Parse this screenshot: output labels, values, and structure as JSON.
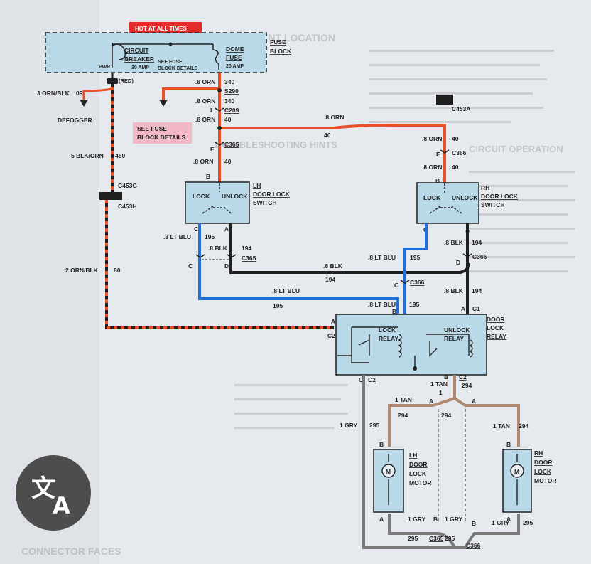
{
  "colors": {
    "orange": "#e8502c",
    "black": "#1f1f1f",
    "blue": "#1f6fd6",
    "tan": "#b08a70",
    "gray": "#7a7a7a",
    "box": "#b9d9e8",
    "red_tag": "#e52a2a",
    "pink": "#f2b8c8"
  },
  "header": {
    "hot": "HOT AT ALL TIMES"
  },
  "fuse_block": {
    "title1": "FUSE",
    "title2": "BLOCK",
    "cb1": "CIRCUIT",
    "cb2": "BREAKER",
    "cb_amp": "30 AMP",
    "pwr": "PWR",
    "see1": "SEE FUSE",
    "see2": "BLOCK DETAILS",
    "dome1": "DOME",
    "dome2": "FUSE",
    "dome_amp": "20 AMP"
  },
  "defogger": {
    "wire": "3 ORN/BLK",
    "circuit": "09",
    "label": "DEFOGGER",
    "red": "(RED)"
  },
  "fuse_details": {
    "l1": "SEE FUSE",
    "l2": "BLOCK DETAILS"
  },
  "wires": {
    "orn1": ".8 ORN",
    "c340a": "340",
    "s290": "S290",
    "orn2": ".8 ORN",
    "c340b": "340",
    "l": "L",
    "c209": "C209",
    "orn3": ".8 ORN",
    "c40a": "40",
    "orn_top": ".8 ORN",
    "c40_top": "40",
    "e_left": "E",
    "c365a": "C365",
    "orn4": ".8 ORN",
    "c40b": "40",
    "b_left": "B",
    "blk_orn": "5 BLK/ORN",
    "c460": "460",
    "c453a": "C453A",
    "orn_r1": ".8 ORN",
    "c40_r1": "40",
    "e_right": "E",
    "c366a": "C366",
    "orn_r2": ".8 ORN",
    "c40_r2": "40",
    "b_right": "B",
    "c453g": "C453G",
    "c453h": "C453H",
    "orn_blk2": "2 ORN/BLK",
    "c60": "60"
  },
  "lh_switch": {
    "lock": "LOCK",
    "unlock": "UNLOCK",
    "t1": "LH",
    "t2": "DOOR LOCK",
    "t3": "SWITCH",
    "c": "C",
    "a": "A"
  },
  "rh_switch": {
    "lock": "LOCK",
    "unlock": "UNLOCK",
    "t1": "RH",
    "t2": "DOOR LOCK",
    "t3": "SWITCH",
    "c": "C",
    "a": "A"
  },
  "mid_wires": {
    "lb_left": ".8 LT BLU",
    "c195a": "195",
    "blk_left": ".8 BLK",
    "c194a": "194",
    "c365b": "C365",
    "c_left": "C",
    "d_left": "D",
    "blk_mid": ".8 BLK",
    "c194_mid": "194",
    "lb_r": ".8 LT BLU",
    "c195_r": "195",
    "blk_r": ".8 BLK",
    "c194_r": "194",
    "c366b": "C366",
    "d_right": "D",
    "lb_mid": ".8 LT BLU",
    "c195_mid": "195",
    "c_mid": "C",
    "c366c": "C366",
    "lb_bot": ".8 LT BLU",
    "c195_bot": "195",
    "lb_relay": ".8 LT BLU",
    "c195_relay": "195",
    "b_relay": "B",
    "blk_relay": ".8 BLK",
    "c194_relay": "194",
    "a_relay": "A",
    "c1": "C1"
  },
  "relay": {
    "lock1": "LOCK",
    "lock2": "RELAY",
    "unl1": "UNLOCK",
    "unl2": "RELAY",
    "t1": "DOOR",
    "t2": "LOCK",
    "t3": "RELAY",
    "a": "A",
    "c2_left": "C2",
    "c2_bot": "C2",
    "c_bot": "C",
    "b_bot": "B",
    "c2_r": "C2",
    "c294": "294"
  },
  "bottom": {
    "tan1": "1 TAN",
    "c294a": "294",
    "tan_mid": "1 TAN",
    "c1mid": "1",
    "a_l": "A",
    "a_r": "A",
    "c294_mid": "294",
    "gry_left": "1 GRY",
    "c295a": "295",
    "tan_r": "1 TAN",
    "c294_r": "294",
    "lh1": "LH",
    "lh2": "DOOR",
    "lh3": "LOCK",
    "lh4": "MOTOR",
    "rh1": "RH",
    "rh2": "DOOR",
    "rh3": "LOCK",
    "rh4": "MOTOR",
    "b_lhm": "B",
    "a_lhm": "A",
    "b_rhm": "B",
    "a_rhm": "A",
    "m": "M",
    "gry_b1": "1 GRY",
    "c295_b1": "295",
    "b_c365": "B",
    "gry_b2": "1 GRY",
    "b_c366": "B",
    "gry_b3": "1 GRY",
    "c295_b3": "295",
    "c295_b2": "295",
    "c365c": "C365",
    "c366d": "C366"
  },
  "ghost": {
    "g1": "COMPONENT LOCATION",
    "g2": "TROUBLESHOOTING HINTS",
    "g3": "CIRCUIT OPERATION",
    "g4": "CONNECTOR FACES"
  }
}
